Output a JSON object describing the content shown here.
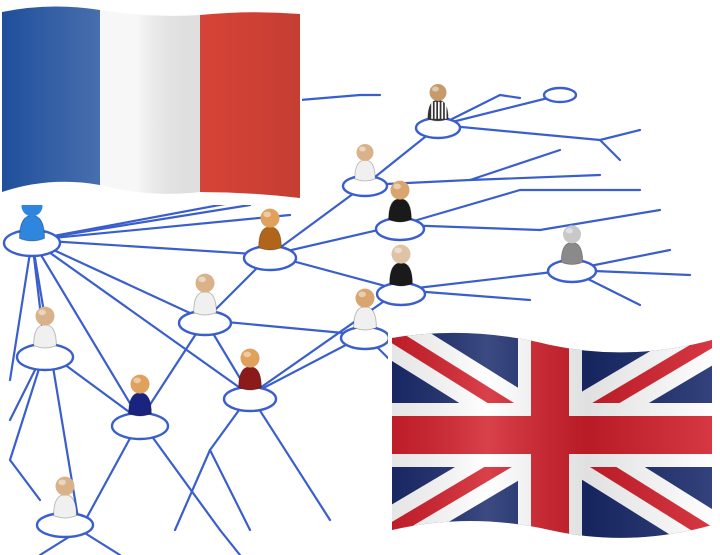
{
  "colors": {
    "background": "#ffffff",
    "network_line": "#3a5fcd",
    "ring": "#3a5fcd",
    "hub_figure": "#2e86de",
    "france_blue": "#1f4f9c",
    "france_white": "#f5f5f5",
    "france_red": "#e8483b",
    "uk_blue": "#1a2a6c",
    "uk_red": "#d21f2b",
    "uk_white": "#ffffff"
  },
  "people": [
    {
      "name": "hub",
      "body": "#2e86de",
      "head": "#2e86de"
    },
    {
      "name": "referee",
      "body": "#333333",
      "head": "#c79a6b"
    },
    {
      "name": "white-1",
      "body": "#f0f0f0",
      "head": "#d9b28a"
    },
    {
      "name": "black-1",
      "body": "#1a1a1a",
      "head": "#d9a56e"
    },
    {
      "name": "orange",
      "body": "#b0651a",
      "head": "#e0a15c"
    },
    {
      "name": "black-2",
      "body": "#1a1a1a",
      "head": "#e0c2a6"
    },
    {
      "name": "grey",
      "body": "#8a8a8a",
      "head": "#c8c8c8"
    },
    {
      "name": "white-2",
      "body": "#f0f0f0",
      "head": "#d9a56e"
    },
    {
      "name": "white-3",
      "body": "#f0f0f0",
      "head": "#d9b28a"
    },
    {
      "name": "white-4",
      "body": "#f0f0f0",
      "head": "#d9b28a"
    },
    {
      "name": "maroon",
      "body": "#8b1a1a",
      "head": "#e0a15c"
    },
    {
      "name": "navy",
      "body": "#1a237e",
      "head": "#e0a15c"
    },
    {
      "name": "white-bottom",
      "body": "#f0f0f0",
      "head": "#d9b28a"
    }
  ]
}
